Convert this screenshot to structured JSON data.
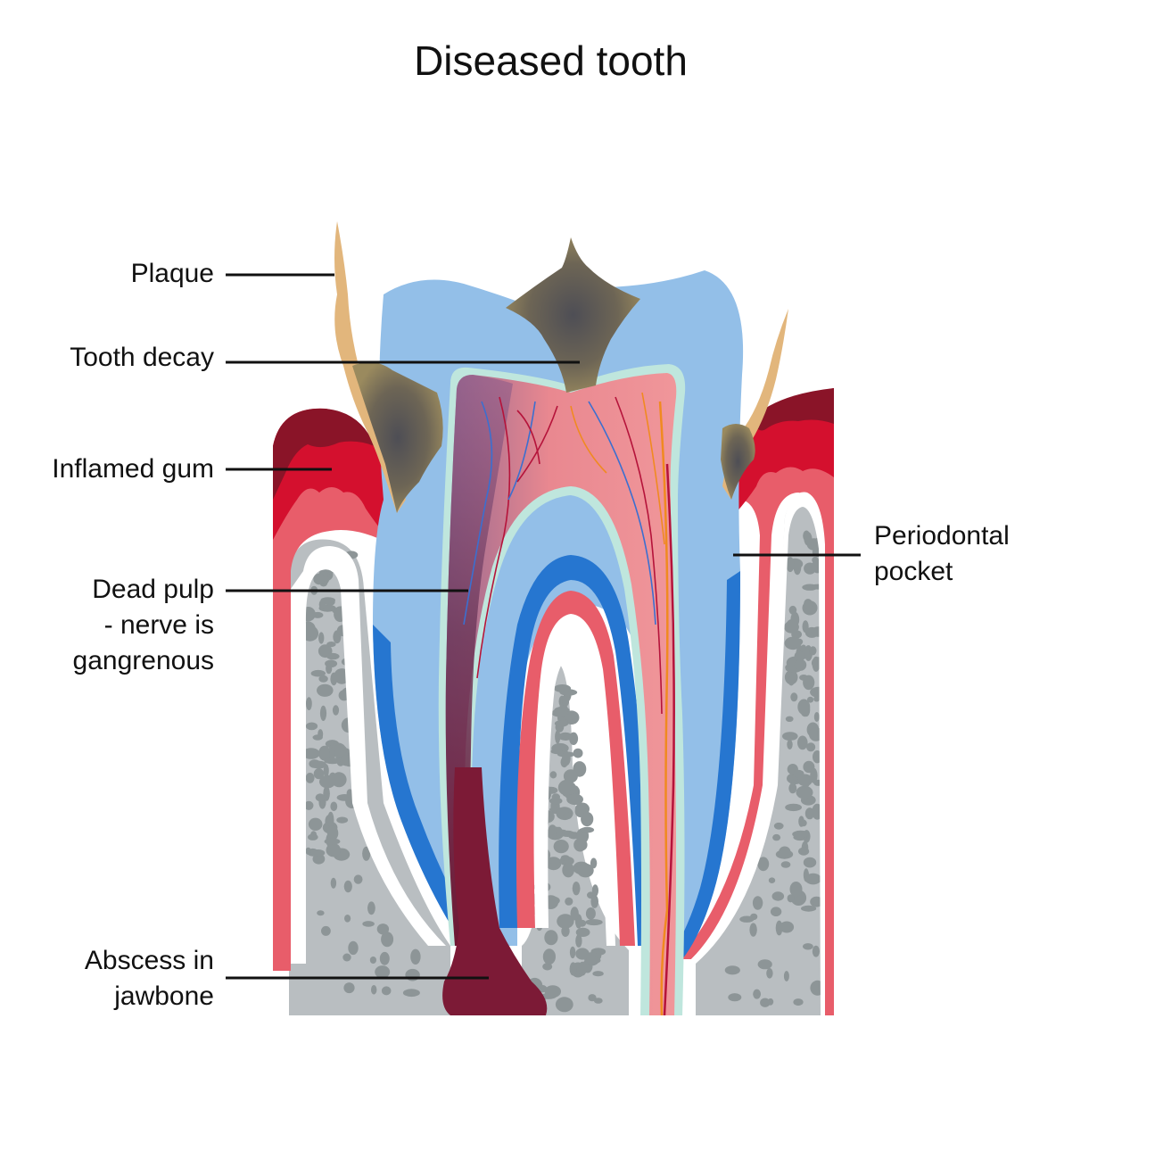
{
  "title": "Diseased tooth",
  "labels": {
    "plaque": "Plaque",
    "tooth_decay": "Tooth decay",
    "inflamed_gum": "Inflamed gum",
    "dead_pulp": [
      "Dead pulp",
      "- nerve is",
      "gangrenous"
    ],
    "abscess": [
      "Abscess in",
      "jawbone"
    ],
    "periodontal_pocket": [
      "Periodontal",
      "pocket"
    ]
  },
  "colors": {
    "enamel": "#93bfe8",
    "dentin_line": "#bfe6dd",
    "pulp": "#ef8a8f",
    "root_blue": "#2676d0",
    "gum": "#e85d6a",
    "inflamed_gum": "#d4102e",
    "gum_dark": "#8a1428",
    "bone": "#b9bec1",
    "bone_pores": "#8d9597",
    "plaque": "#e2b67c",
    "decay": "#55555a",
    "abscess": "#7c1a36"
  }
}
